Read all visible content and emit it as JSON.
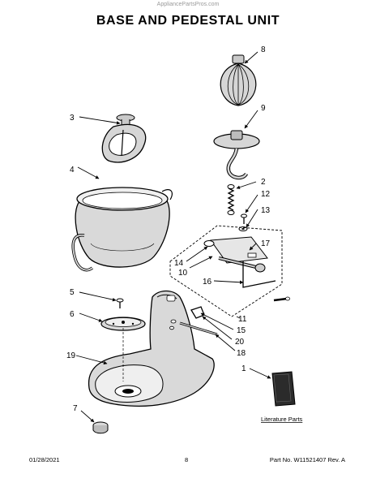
{
  "watermark": "AppliancePartsPros.com",
  "title": "BASE AND PEDESTAL UNIT",
  "callouts": {
    "c1": "1",
    "c2": "2",
    "c3": "3",
    "c4": "4",
    "c5": "5",
    "c6": "6",
    "c7": "7",
    "c8": "8",
    "c9": "9",
    "c10": "10",
    "c11": "11",
    "c12": "12",
    "c13": "13",
    "c14": "14",
    "c15": "15",
    "c16": "16",
    "c17": "17",
    "c18": "18",
    "c19": "19",
    "c20": "20"
  },
  "literature_label": "Literature Parts",
  "footer": {
    "date": "01/28/2021",
    "page": "8",
    "part_info": "Part No. W11521407  Rev. A"
  }
}
